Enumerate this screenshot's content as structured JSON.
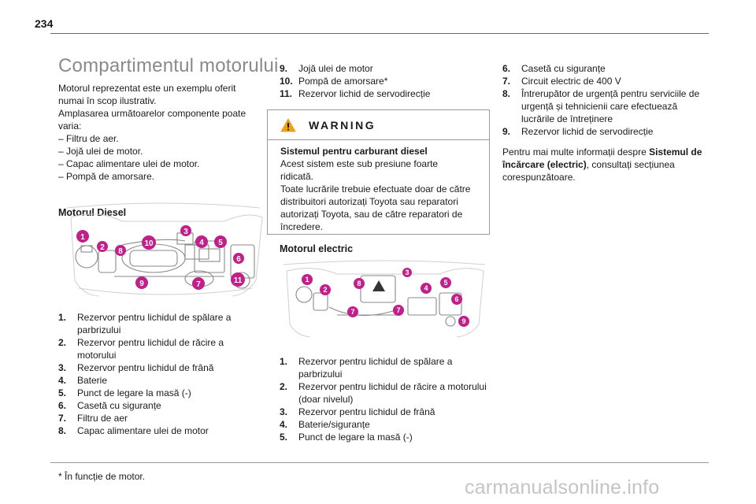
{
  "page": {
    "number": "234"
  },
  "title": "Compartimentul motorului",
  "intro": {
    "lines": [
      "Motorul reprezentat este un exemplu oferit",
      "numai în scop ilustrativ.",
      "Amplasarea următoarelor componente poate",
      "varia:",
      "–  Filtru de aer.",
      "–  Jojă ulei de motor.",
      "–  Capac alimentare ulei de motor.",
      "–  Pompă de amorsare."
    ]
  },
  "diesel": {
    "heading": "Motorul Diesel",
    "callouts": [
      "1",
      "2",
      "3",
      "4",
      "5",
      "6",
      "7",
      "8",
      "9",
      "10",
      "11"
    ],
    "items": [
      {
        "num": "1.",
        "text": "Rezervor pentru lichidul de spălare a parbrizului"
      },
      {
        "num": "2.",
        "text": "Rezervor pentru lichidul de răcire a motorului"
      },
      {
        "num": "3.",
        "text": "Rezervor pentru lichidul de frână"
      },
      {
        "num": "4.",
        "text": "Baterie"
      },
      {
        "num": "5.",
        "text": "Punct de legare la masă (-)"
      },
      {
        "num": "6.",
        "text": "Casetă cu siguranțe"
      },
      {
        "num": "7.",
        "text": "Filtru de aer"
      },
      {
        "num": "8.",
        "text": "Capac alimentare ulei de motor"
      }
    ]
  },
  "diesel_cont": {
    "items": [
      {
        "num": "9.",
        "text": "Jojă ulei de motor"
      },
      {
        "num": "10.",
        "text": "Pompă de amorsare*"
      },
      {
        "num": "11.",
        "text": "Rezervor lichid de servodirecție"
      }
    ]
  },
  "warning": {
    "label": "WARNING",
    "title": "Sistemul pentru carburant diesel",
    "lines": [
      "Acest sistem este sub presiune foarte",
      "ridicată.",
      "Toate lucrările trebuie efectuate doar de către",
      "distribuitori autorizați Toyota sau reparatori",
      "autorizați Toyota, sau de către reparatori de",
      "încredere."
    ]
  },
  "electric": {
    "heading": "Motorul electric",
    "callouts": [
      "1",
      "2",
      "3",
      "4",
      "5",
      "6",
      "7",
      "7",
      "8",
      "9"
    ],
    "items": [
      {
        "num": "1.",
        "text": "Rezervor pentru lichidul de spălare a parbrizului"
      },
      {
        "num": "2.",
        "text": "Rezervor pentru lichidul de răcire a motorului (doar nivelul)"
      },
      {
        "num": "3.",
        "text": "Rezervor pentru lichidul de frână"
      },
      {
        "num": "4.",
        "text": "Baterie/siguranțe"
      },
      {
        "num": "5.",
        "text": "Punct de legare la masă (-)"
      }
    ]
  },
  "electric_cont": {
    "items": [
      {
        "num": "6.",
        "text": "Casetă cu siguranțe"
      },
      {
        "num": "7.",
        "text": "Circuit electric de 400 V"
      },
      {
        "num": "8.",
        "text": "Întrerupător de urgență pentru serviciile de urgență și tehnicienii care efectuează lucrările de întreținere"
      },
      {
        "num": "9.",
        "text": "Rezervor lichid de servodirecție"
      }
    ]
  },
  "more_info": {
    "before": "Pentru mai multe informații despre ",
    "bold": "Sistemul de încărcare (electric)",
    "after": ", consultați secțiunea corespunzătoare."
  },
  "footnote": "* În funcție de motor.",
  "watermark": "carmanualsonline.info",
  "colors": {
    "callout": "#c0208a",
    "title": "#8a8a8a",
    "rule": "#6c6c6c"
  }
}
